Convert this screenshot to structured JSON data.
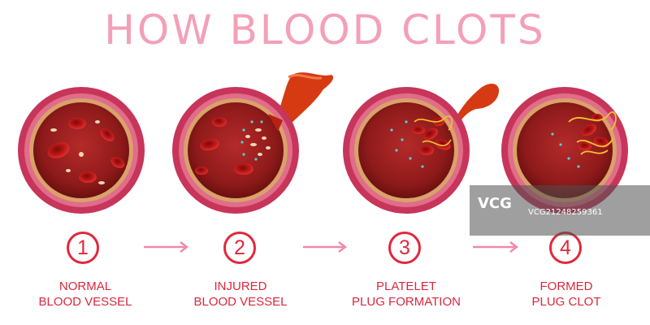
{
  "title": "HOW BLOOD CLOTS",
  "steps": [
    {
      "number": "1",
      "line1": "NORMAL",
      "line2": "BLOOD VESSEL"
    },
    {
      "number": "2",
      "line1": "INJURED",
      "line2": "BLOOD VESSEL"
    },
    {
      "number": "3",
      "line1": "PLATELET",
      "line2": "PLUG FORMATION"
    },
    {
      "number": "4",
      "line1": "FORMED",
      "line2": "PLUG CLOT"
    }
  ],
  "watermark": {
    "logo": "VCG",
    "id": "VCG21248259361"
  },
  "colors": {
    "title": "#f3a0b8",
    "accent": "#e0283c",
    "arrow": "#f08aa8",
    "vessel_outer": "#c8355a",
    "vessel_wall": "#e06d8a",
    "vessel_fat": "#d9a26a",
    "lumen": "#8e1a1a",
    "cell": "#c01818",
    "fibrin": "#f2c230"
  }
}
